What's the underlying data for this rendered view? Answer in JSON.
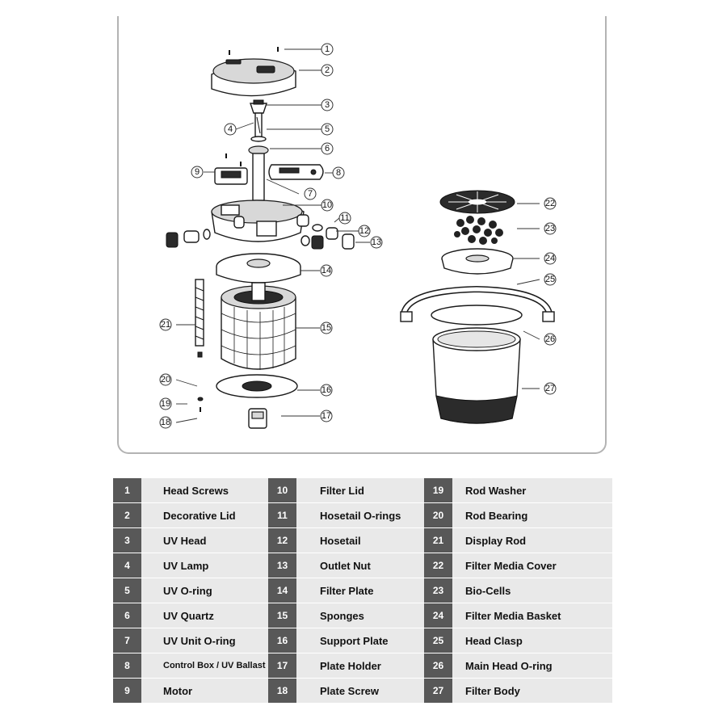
{
  "callouts": [
    "1",
    "2",
    "3",
    "4",
    "5",
    "6",
    "7",
    "8",
    "9",
    "10",
    "11",
    "12",
    "13",
    "14",
    "15",
    "16",
    "17",
    "18",
    "19",
    "20",
    "21",
    "22",
    "23",
    "24",
    "25",
    "26",
    "27"
  ],
  "legend": {
    "columns": [
      [
        {
          "num": "1",
          "name": "Head Screws"
        },
        {
          "num": "2",
          "name": "Decorative Lid"
        },
        {
          "num": "3",
          "name": "UV Head"
        },
        {
          "num": "4",
          "name": "UV Lamp"
        },
        {
          "num": "5",
          "name": "UV O-ring"
        },
        {
          "num": "6",
          "name": "UV Quartz"
        },
        {
          "num": "7",
          "name": "UV Unit O-ring"
        },
        {
          "num": "8",
          "name": "Control Box / UV Ballast"
        },
        {
          "num": "9",
          "name": "Motor"
        }
      ],
      [
        {
          "num": "10",
          "name": "Filter Lid"
        },
        {
          "num": "11",
          "name": "Hosetail O-rings"
        },
        {
          "num": "12",
          "name": "Hosetail"
        },
        {
          "num": "13",
          "name": "Outlet Nut"
        },
        {
          "num": "14",
          "name": "Filter Plate"
        },
        {
          "num": "15",
          "name": "Sponges"
        },
        {
          "num": "16",
          "name": "Support Plate"
        },
        {
          "num": "17",
          "name": "Plate Holder"
        },
        {
          "num": "18",
          "name": "Plate Screw"
        }
      ],
      [
        {
          "num": "19",
          "name": "Rod Washer"
        },
        {
          "num": "20",
          "name": "Rod Bearing"
        },
        {
          "num": "21",
          "name": "Display Rod"
        },
        {
          "num": "22",
          "name": "Filter Media Cover"
        },
        {
          "num": "23",
          "name": "Bio-Cells"
        },
        {
          "num": "24",
          "name": "Filter Media Basket"
        },
        {
          "num": "25",
          "name": "Head Clasp"
        },
        {
          "num": "26",
          "name": "Main Head O-ring"
        },
        {
          "num": "27",
          "name": "Filter Body"
        }
      ]
    ]
  }
}
